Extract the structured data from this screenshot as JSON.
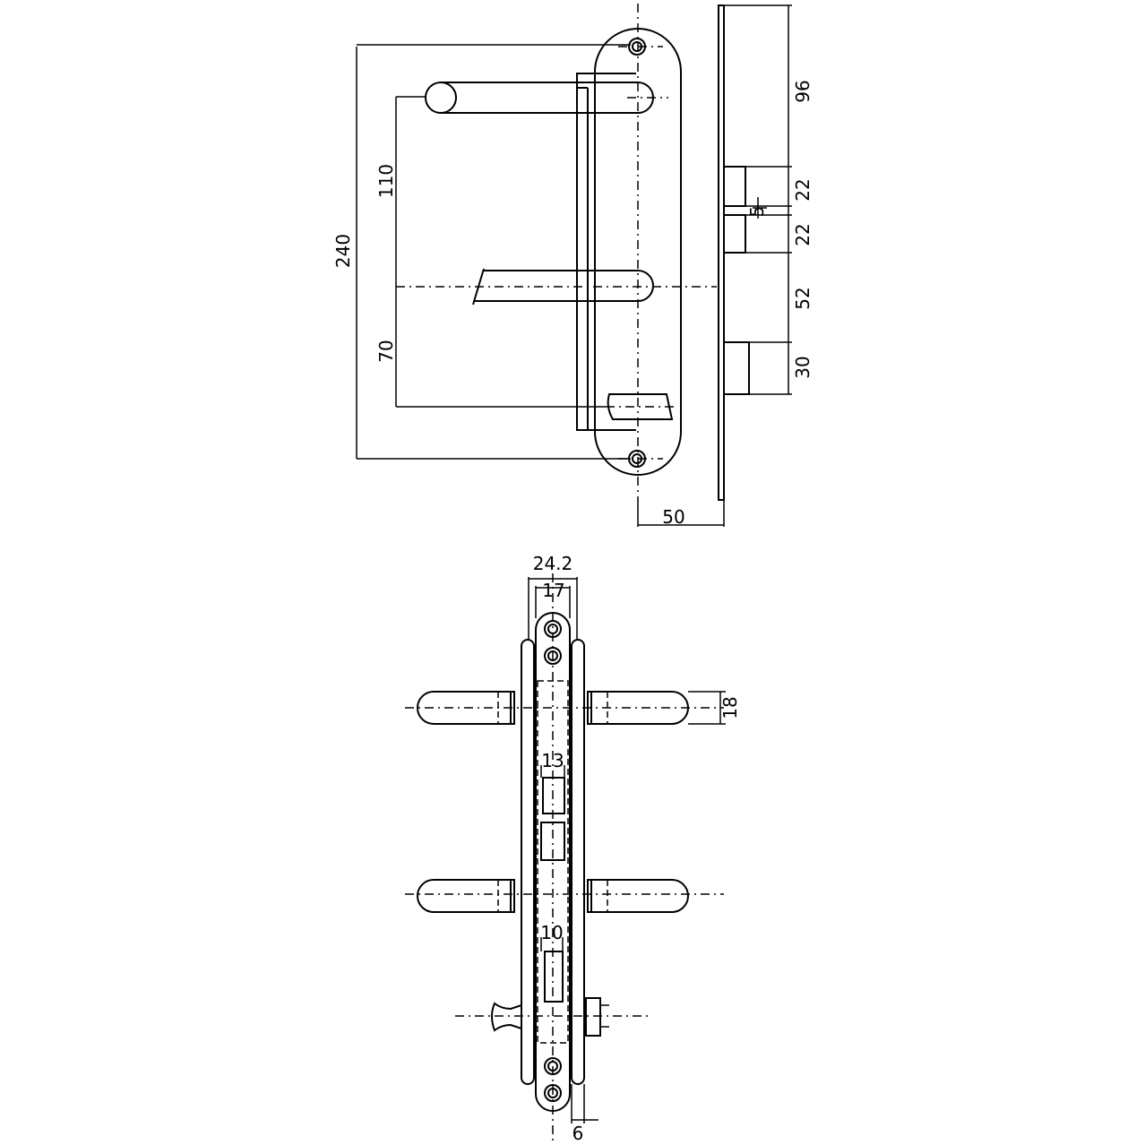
{
  "dimensions": {
    "overall_height": "240",
    "lever_to_lever": "110",
    "lever_to_cylinder": "70",
    "backset": "50",
    "top_to_latch": "96",
    "latch_height": "22",
    "latch_bolt_gap": "5",
    "bolt_height": "22",
    "bolt_to_deadbolt": "52",
    "deadbolt_height": "30",
    "plate_width": "24.2",
    "forend_width": "17",
    "lever_diameter": "18",
    "latch_width": "13",
    "deadbolt_width": "10",
    "plate_thickness": "6"
  }
}
